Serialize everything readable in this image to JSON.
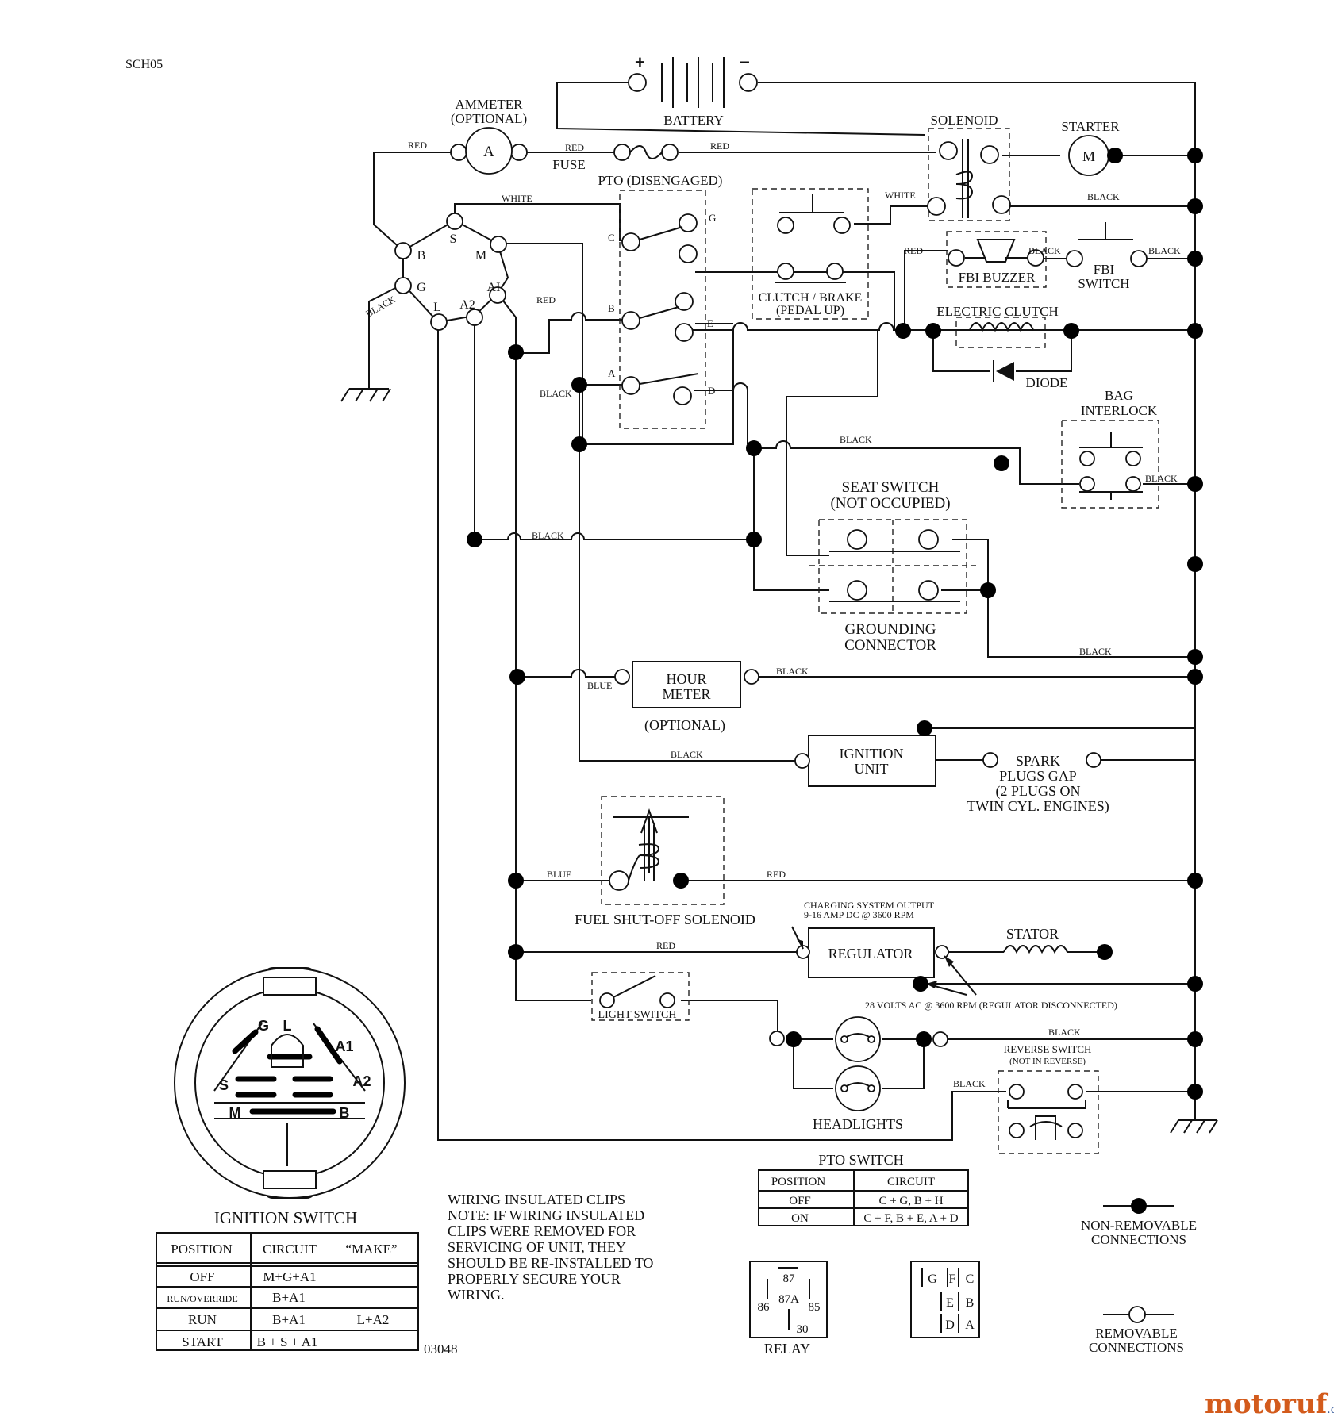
{
  "drawing_code": "SCH05",
  "drawing_number": "03048",
  "components": {
    "ammeter": [
      "AMMETER",
      "(OPTIONAL)"
    ],
    "ammeter_letter": "A",
    "battery": "BATTERY",
    "battery_plus": "+",
    "battery_minus": "−",
    "fuse": "FUSE",
    "solenoid": "SOLENOID",
    "starter": "STARTER",
    "starter_letter": "M",
    "pto": "PTO (DISENGAGED)",
    "clutch_brake": [
      "CLUTCH / BRAKE",
      "(PEDAL UP)"
    ],
    "fbi_buzzer": "FBI BUZZER",
    "fbi_switch": [
      "FBI",
      "SWITCH"
    ],
    "electric_clutch": "ELECTRIC CLUTCH",
    "diode": "DIODE",
    "bag_interlock": [
      "BAG",
      "INTERLOCK"
    ],
    "seat_switch": [
      "SEAT SWITCH",
      "(NOT OCCUPIED)"
    ],
    "grounding_connector": [
      "GROUNDING",
      "CONNECTOR"
    ],
    "hour_meter": [
      "HOUR",
      "METER"
    ],
    "hour_meter_optional": "(OPTIONAL)",
    "ignition_unit": [
      "IGNITION",
      "UNIT"
    ],
    "spark_plugs": [
      "SPARK",
      "PLUGS GAP",
      "(2 PLUGS ON",
      "TWIN CYL. ENGINES)"
    ],
    "fuel_solenoid": "FUEL SHUT-OFF SOLENOID",
    "charging_output": [
      "CHARGING SYSTEM OUTPUT",
      "9-16 AMP DC @ 3600 RPM"
    ],
    "regulator": "REGULATOR",
    "stator": "STATOR",
    "volts_ac": "28 VOLTS AC @ 3600 RPM (REGULATOR DISCONNECTED)",
    "light_switch": "LIGHT SWITCH",
    "headlights": "HEADLIGHTS",
    "reverse_switch": [
      "REVERSE SWITCH",
      "(NOT IN REVERSE)"
    ],
    "ign_terminals": [
      "S",
      "B",
      "M",
      "G",
      "AI",
      "L",
      "A2"
    ],
    "pto_terminals": [
      "C",
      "G",
      "B",
      "E",
      "A",
      "D"
    ]
  },
  "wires": {
    "red": "RED",
    "black": "BLACK",
    "white": "WHITE",
    "blue": "BLUE"
  },
  "ignition_switch": {
    "title": "IGNITION SWITCH",
    "face_labels": [
      "G",
      "L",
      "A1",
      "S",
      "A2",
      "M",
      "B"
    ],
    "headers": [
      "POSITION",
      "CIRCUIT",
      "“MAKE”"
    ],
    "rows": [
      [
        "OFF",
        "M+G+A1",
        ""
      ],
      [
        "RUN/OVERRIDE",
        "B+A1",
        ""
      ],
      [
        "RUN",
        "B+A1",
        "L+A2"
      ],
      [
        "START",
        "B + S + A1",
        ""
      ]
    ]
  },
  "note": [
    "WIRING INSULATED CLIPS",
    "NOTE:  IF WIRING INSULATED",
    "CLIPS WERE REMOVED FOR",
    "SERVICING OF UNIT, THEY",
    "SHOULD BE RE-INSTALLED TO",
    "PROPERLY SECURE YOUR",
    "WIRING."
  ],
  "pto_switch": {
    "title": "PTO SWITCH",
    "headers": [
      "POSITION",
      "CIRCUIT"
    ],
    "rows": [
      [
        "OFF",
        "C + G, B + H"
      ],
      [
        "ON",
        "C + F, B + E, A + D"
      ]
    ]
  },
  "relay": {
    "title": "RELAY",
    "pins": [
      "87",
      "87A",
      "86",
      "85",
      "30"
    ]
  },
  "pto_pins": [
    "G",
    "F",
    "C",
    "E",
    "B",
    "D",
    "A"
  ],
  "legend": {
    "non_removable": [
      "NON-REMOVABLE",
      "CONNECTIONS"
    ],
    "removable": [
      "REMOVABLE",
      "CONNECTIONS"
    ]
  },
  "watermark": {
    "main": "motoruf",
    "suffix": ".de"
  }
}
